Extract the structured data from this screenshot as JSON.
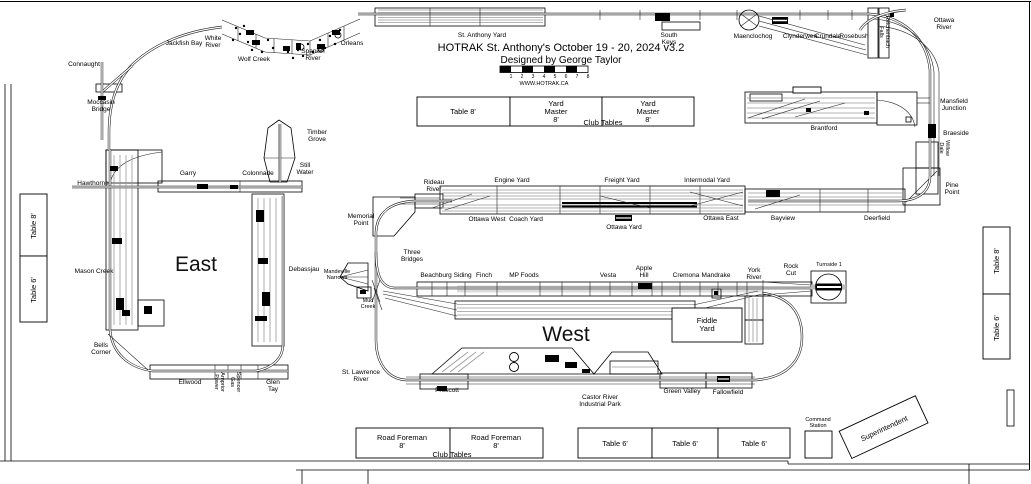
{
  "title_block": {
    "title": "HOTRAK St. Anthony's October 19 - 20, 2024 v3.2",
    "designer": "Designed by George Taylor",
    "website": "WWW.HOTRAK.CA",
    "scale_ticks": [
      "1",
      "2",
      "3",
      "4",
      "5",
      "6",
      "7",
      "8"
    ]
  },
  "rooms": {
    "east": "East",
    "west": "West"
  },
  "furniture": {
    "table_8": "Table 8'",
    "table_6": "Table 6'",
    "yard_master": "Yard\nMaster\n8'",
    "road_foreman": "Road Foreman\n8'",
    "club_tables": "Club Tables",
    "command_station": "Command\nStation",
    "superintendent": "Superintendent"
  },
  "stations": {
    "connaught": "Connaught",
    "jackfish_bay": "Jackfish Bay",
    "white_river": "White\nRiver",
    "wolf_creek": "Wolf Creek",
    "spanish_river": "Spanish\nRiver",
    "orleans": "Orleans",
    "moccasin_bridge": "Moccasin\nBridge",
    "hawthorne": "Hawthorne",
    "garry": "Garry",
    "colonnade": "Colonnade",
    "timber_grove": "Timber\nGrove",
    "still_water": "Still\nWater",
    "mason_creek": "Mason Creek",
    "debassjau": "Debassjau",
    "bells_corner": "Bells\nCorner",
    "ellwood": "Ellwood",
    "arnprior_power": "Arnprior\nPower",
    "spencer_gas": "Spencer\nGas",
    "glen_tay": "Glen\nTay",
    "st_anthony_yard": "St. Anthony Yard",
    "south_keys": "South\nKeys",
    "maenclochog": "Maenclochog",
    "clynderwen": "Clynderwen",
    "crundale": "Crundale",
    "rosebush": "Rosebush",
    "reichenbach_falls": "Reichenbach\nFalls",
    "ottawa_river": "Ottawa\nRiver",
    "mansfield_junction": "Mansfield\nJunction",
    "braeside": "Braeside",
    "willow_dale": "Willow\nDale",
    "pine_point": "Pine\nPoint",
    "brantford": "Brantford",
    "rideau_river": "Rideau\nRiver",
    "engine_yard": "Engine Yard",
    "freight_yard": "Freight Yard",
    "intermodal_yard": "Intermodal Yard",
    "ottawa_west": "Ottawa West",
    "coach_yard": "Coach Yard",
    "ottawa_yard": "Ottawa Yard",
    "ottawa_east": "Ottawa East",
    "memorial_point": "Memorial\nPoint",
    "bayview": "Bayview",
    "deerfield": "Deerfield",
    "three_bridges": "Three\nBridges",
    "mandeville_narrows": "Mandeville\nNarrows",
    "mud_creek": "Mud\nCreek",
    "beachburg_siding": "Beachburg Siding",
    "finch": "Finch",
    "mp_foods": "MP Foods",
    "vesta": "Vesta",
    "apple_hill": "Apple\nHill",
    "cremona": "Cremona",
    "mandrake": "Mandrake",
    "york_river": "York\nRiver",
    "rock_cut": "Rock\nCut",
    "turnside": "Turnside 1",
    "fiddle_yard": "Fiddle\nYard",
    "st_lawrence_river": "St. Lawrence\nRiver",
    "prescott": "Prescott",
    "castor_river": "Castor River\nIndustrial Park",
    "green_valley": "Green Valley",
    "fallowfield": "Fallowfield"
  }
}
